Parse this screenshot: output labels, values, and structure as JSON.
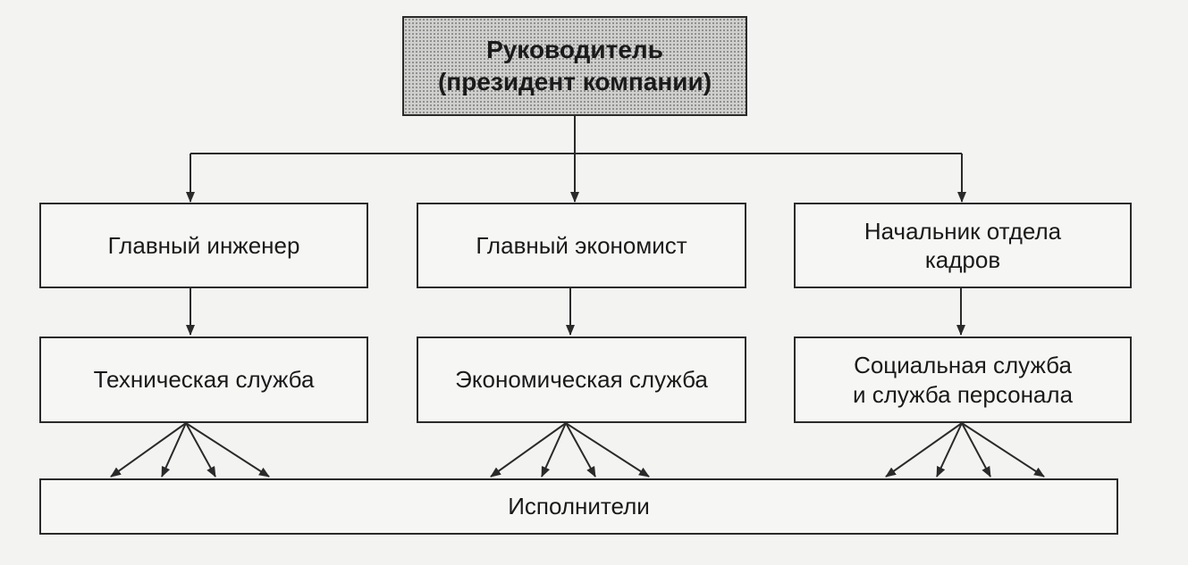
{
  "head": {
    "label": "Руководитель\n(президент компании)"
  },
  "managers": [
    {
      "label": "Главный инженер"
    },
    {
      "label": "Главный экономист"
    },
    {
      "label": "Начальник отдела\nкадров"
    }
  ],
  "services": [
    {
      "label": "Техническая служба"
    },
    {
      "label": "Экономическая служба"
    },
    {
      "label": "Социальная служба\nи служба персонала"
    }
  ],
  "executors": {
    "label": "Исполнители"
  },
  "colors": {
    "line": "#2a2a2a",
    "head_fill": "#cfcfcd",
    "background": "#f3f3f1"
  }
}
